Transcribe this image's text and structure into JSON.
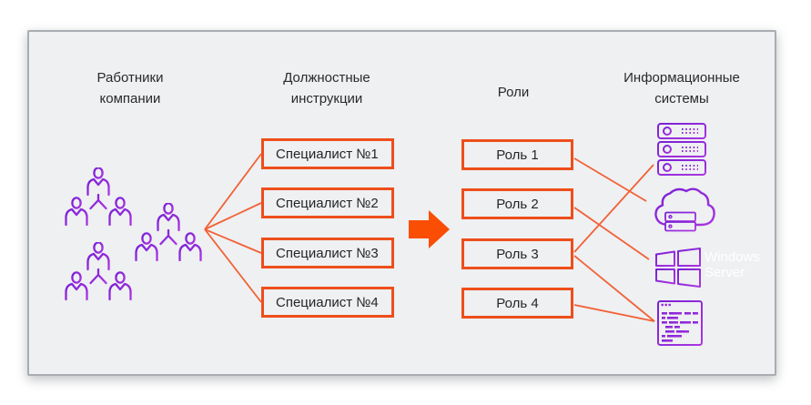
{
  "headers": {
    "employees": "Работники компании",
    "instructions": "Должностные инструкции",
    "roles": "Роли",
    "systems": "Информационные системы"
  },
  "employees": {
    "group_icon": "team-icon",
    "group_count": 3
  },
  "instruction_boxes": [
    "Специалист №1",
    "Специалист №2",
    "Специалист №3",
    "Специалист №4"
  ],
  "role_boxes": [
    "Роль 1",
    "Роль 2",
    "Роль 3",
    "Роль 4"
  ],
  "systems_icons": [
    {
      "name": "server-stack-icon"
    },
    {
      "name": "cloud-server-icon"
    },
    {
      "name": "windows-server-icon",
      "label": "Windows Server"
    },
    {
      "name": "code-window-icon"
    }
  ],
  "connections": {
    "employees_to_instructions": [
      "Специалист №1",
      "Специалист №2",
      "Специалист №3",
      "Специалист №4"
    ],
    "instructions_to_roles": "arrow",
    "role_links": [
      {
        "from": "Роль 1",
        "to": "cloud-server-icon"
      },
      {
        "from": "Роль 2",
        "to": "windows-server-icon"
      },
      {
        "from": "Роль 3",
        "to": "server-stack-icon"
      },
      {
        "from": "Роль 3",
        "to": "code-window-icon"
      },
      {
        "from": "Роль 4",
        "to": "code-window-icon"
      }
    ]
  },
  "colors": {
    "panel_background": "#eef0f1",
    "panel_border": "#a9adb2",
    "box_border_orange": "#ee4e1b",
    "connector_orange": "#f26036",
    "arrow_orange": "#fa4e05",
    "icon_purple_dark": "#7a1fd6",
    "icon_purple_light": "#aa36e0",
    "text_dark": "#262626",
    "windows_label_color": "#ffffff"
  }
}
